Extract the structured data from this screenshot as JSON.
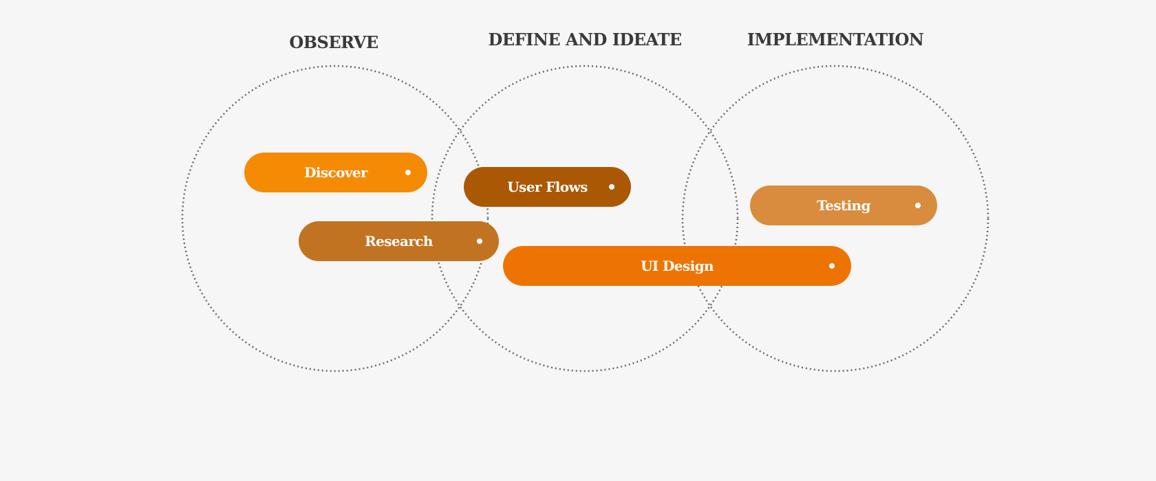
{
  "phases": [
    {
      "title": "OBSERVE"
    },
    {
      "title": "DEFINE AND IDEATE"
    },
    {
      "title": "IMPLEMENTATION"
    }
  ],
  "items": [
    {
      "label": "Discover",
      "color": "#f58a04"
    },
    {
      "label": "User Flows",
      "color": "#ab5805"
    },
    {
      "label": "Testing",
      "color": "#d98c3e"
    },
    {
      "label": "Research",
      "color": "#c27321"
    },
    {
      "label": "UI Design",
      "color": "#ed7402"
    }
  ],
  "colors": {
    "background": "#f6f6f6",
    "circle_stroke": "#666666",
    "title_text": "#3a3a3a",
    "pill_text": "#ffffff"
  }
}
